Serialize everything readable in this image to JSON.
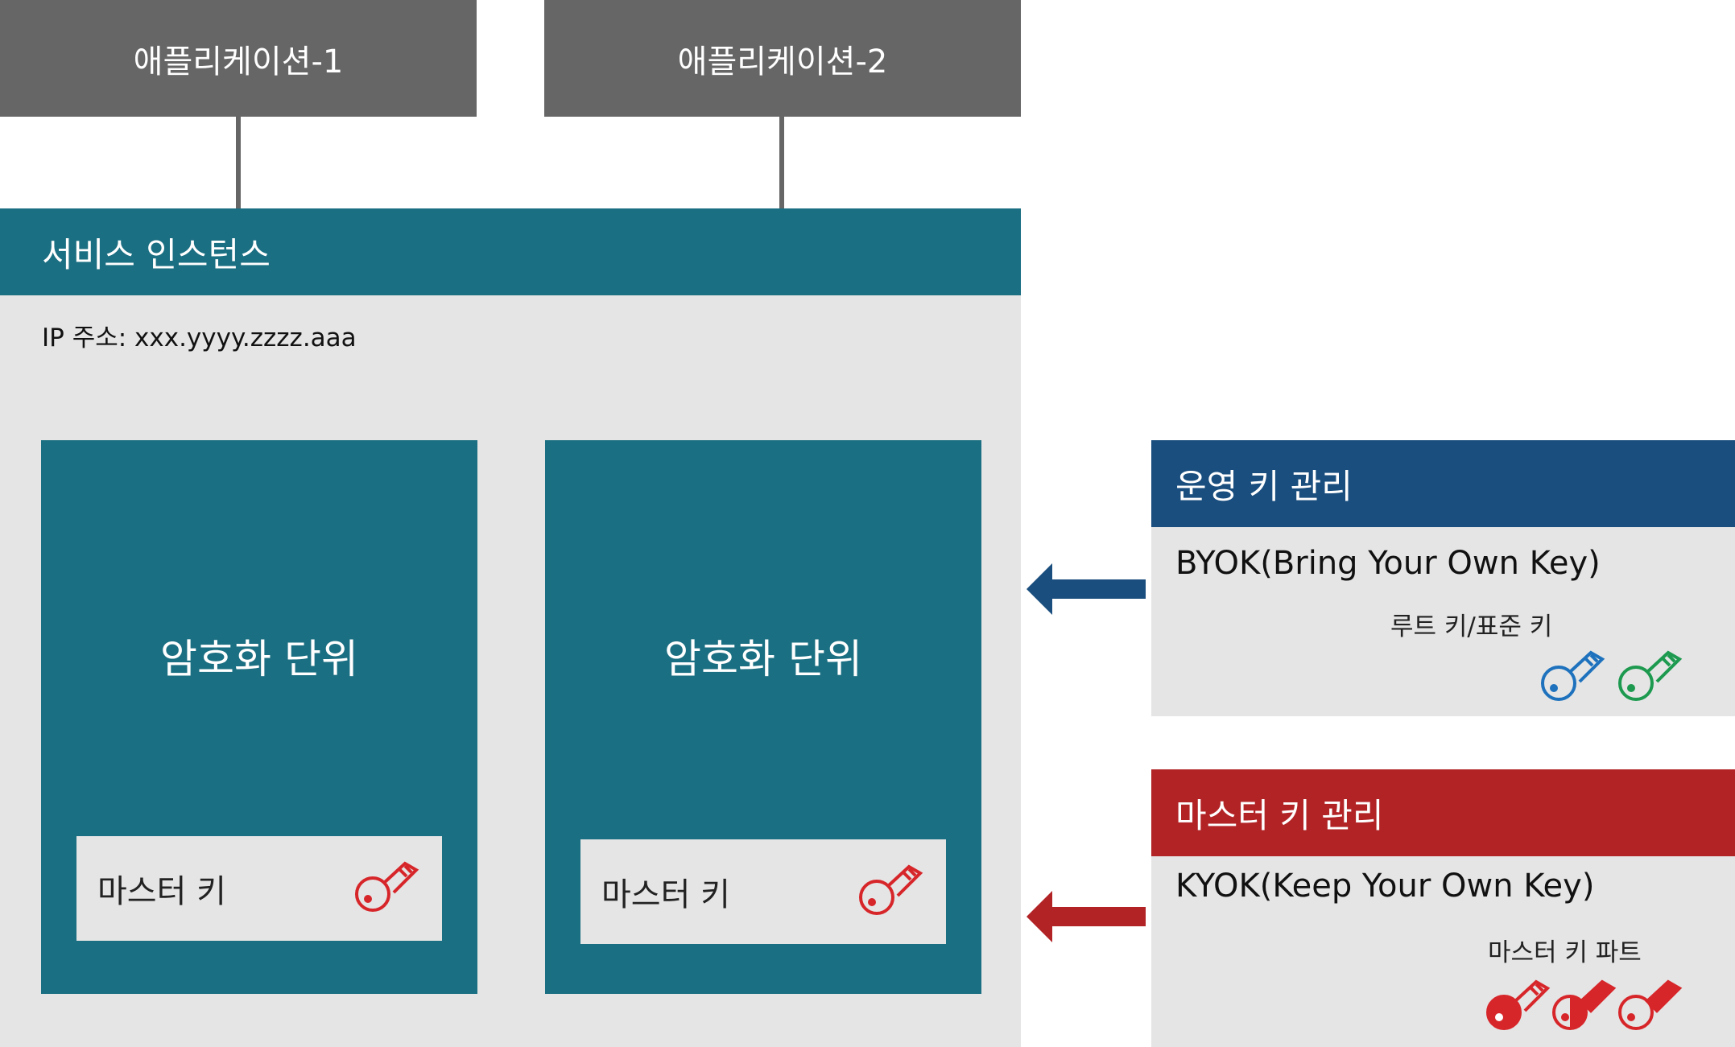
{
  "applications": [
    "애플리케이션-1",
    "애플리케이션-2"
  ],
  "service_instance": {
    "title": "서비스 인스턴스",
    "ip_label": "IP 주소: xxx.yyyy.zzzz.aaa"
  },
  "crypto_units": [
    {
      "title": "암호화 단위",
      "master_key_label": "마스터 키"
    },
    {
      "title": "암호화 단위",
      "master_key_label": "마스터 키"
    }
  ],
  "operational_key_mgmt": {
    "title": "운영 키 관리",
    "subtitle": "BYOK(Bring Your Own Key)",
    "keys_label": "루트 키/표준 키"
  },
  "master_key_mgmt": {
    "title": "마스터 키 관리",
    "subtitle": "KYOK(Keep Your Own Key)",
    "keys_label": "마스터 키 파트"
  },
  "colors": {
    "app_gray": "#666666",
    "teal": "#1b6f82",
    "navy": "#1a4e7e",
    "red": "#b22326",
    "key_red": "#d7262a",
    "key_blue": "#1e72bd",
    "key_green": "#1d9a4f",
    "panel_bg": "#e5e5e5"
  },
  "icons": [
    "key-icon",
    "arrow-left-icon"
  ]
}
